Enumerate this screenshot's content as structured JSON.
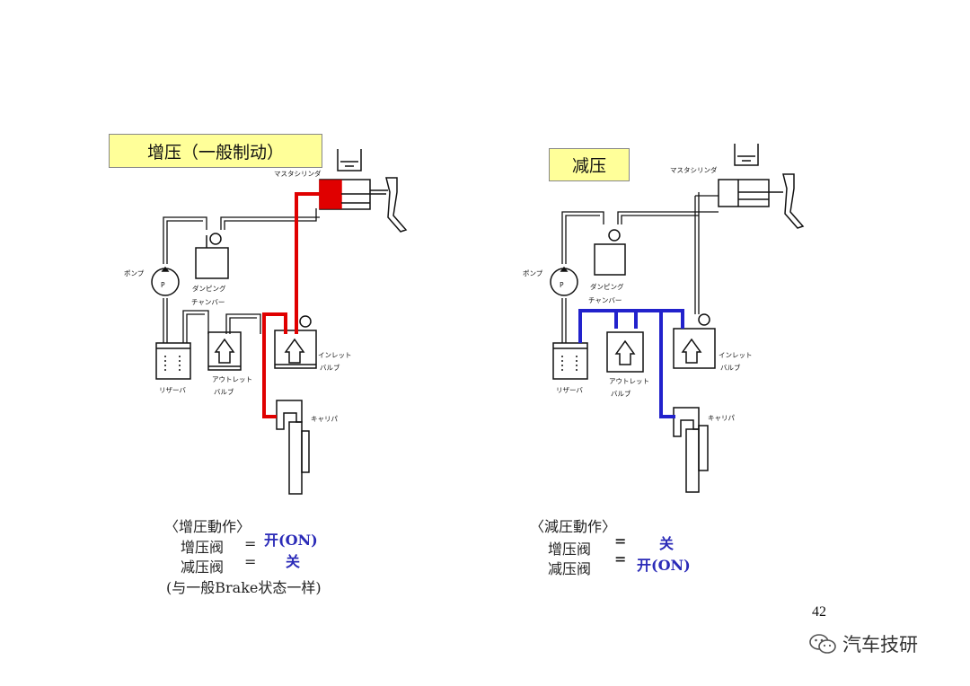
{
  "left": {
    "title": "增压（一般制动）",
    "labels": {
      "master": "マスタシリンダ",
      "pump": "ポンプ",
      "damping1": "ダンピング",
      "damping2": "チャンバー",
      "inlet1": "インレット",
      "inlet2": "バルブ",
      "outlet1": "アウトレット",
      "outlet2": "バルブ",
      "reservoir": "リザーバ",
      "caliper": "キャリパ"
    },
    "heading": "〈增圧動作〉",
    "row1_name": "增压阀",
    "row1_eq": "=",
    "row1_val": "开(ON)",
    "row2_name": "减压阀",
    "row2_eq": "=",
    "row2_val": "关",
    "note": "(与一般Brake状态一样)"
  },
  "right": {
    "title": "减压",
    "labels": {
      "master": "マスタシリンダ",
      "pump": "ポンプ",
      "damping1": "ダンピング",
      "damping2": "チャンバー",
      "inlet1": "インレット",
      "inlet2": "バルブ",
      "outlet1": "アウトレット",
      "outlet2": "バルブ",
      "reservoir": "リザーバ",
      "caliper": "キャリパ"
    },
    "heading": "〈減圧動作〉",
    "row1_name": "增压阀",
    "row1_eq": "=",
    "row1_val": "关",
    "row2_name": "减压阀",
    "row2_eq": "=",
    "row2_val": "开(ON)"
  },
  "page_number": "42",
  "watermark": "汽车技研",
  "colors": {
    "pressure_increase": "#e00000",
    "pressure_decrease": "#2222cc",
    "title_bg": "#ffff99",
    "value_text": "#2b2bb8"
  },
  "icons": [
    "pump-icon",
    "wechat-icon"
  ]
}
